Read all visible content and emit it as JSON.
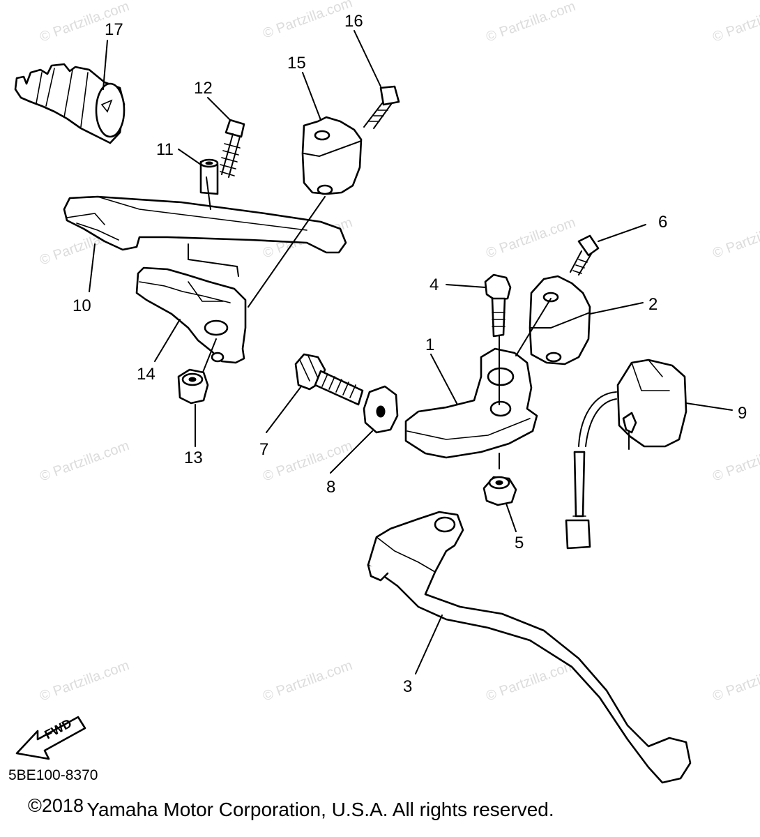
{
  "watermark": "© Partzilla.com",
  "callouts": [
    "1",
    "2",
    "3",
    "4",
    "5",
    "6",
    "7",
    "8",
    "9",
    "10",
    "11",
    "12",
    "13",
    "14",
    "15",
    "16",
    "17"
  ],
  "fwd_label": "FWD",
  "diagram_code": "5BE100-8370",
  "copyright": {
    "year": "©2018",
    "text": "Yamaha Motor Corporation, U.S.A. All rights reserved."
  }
}
